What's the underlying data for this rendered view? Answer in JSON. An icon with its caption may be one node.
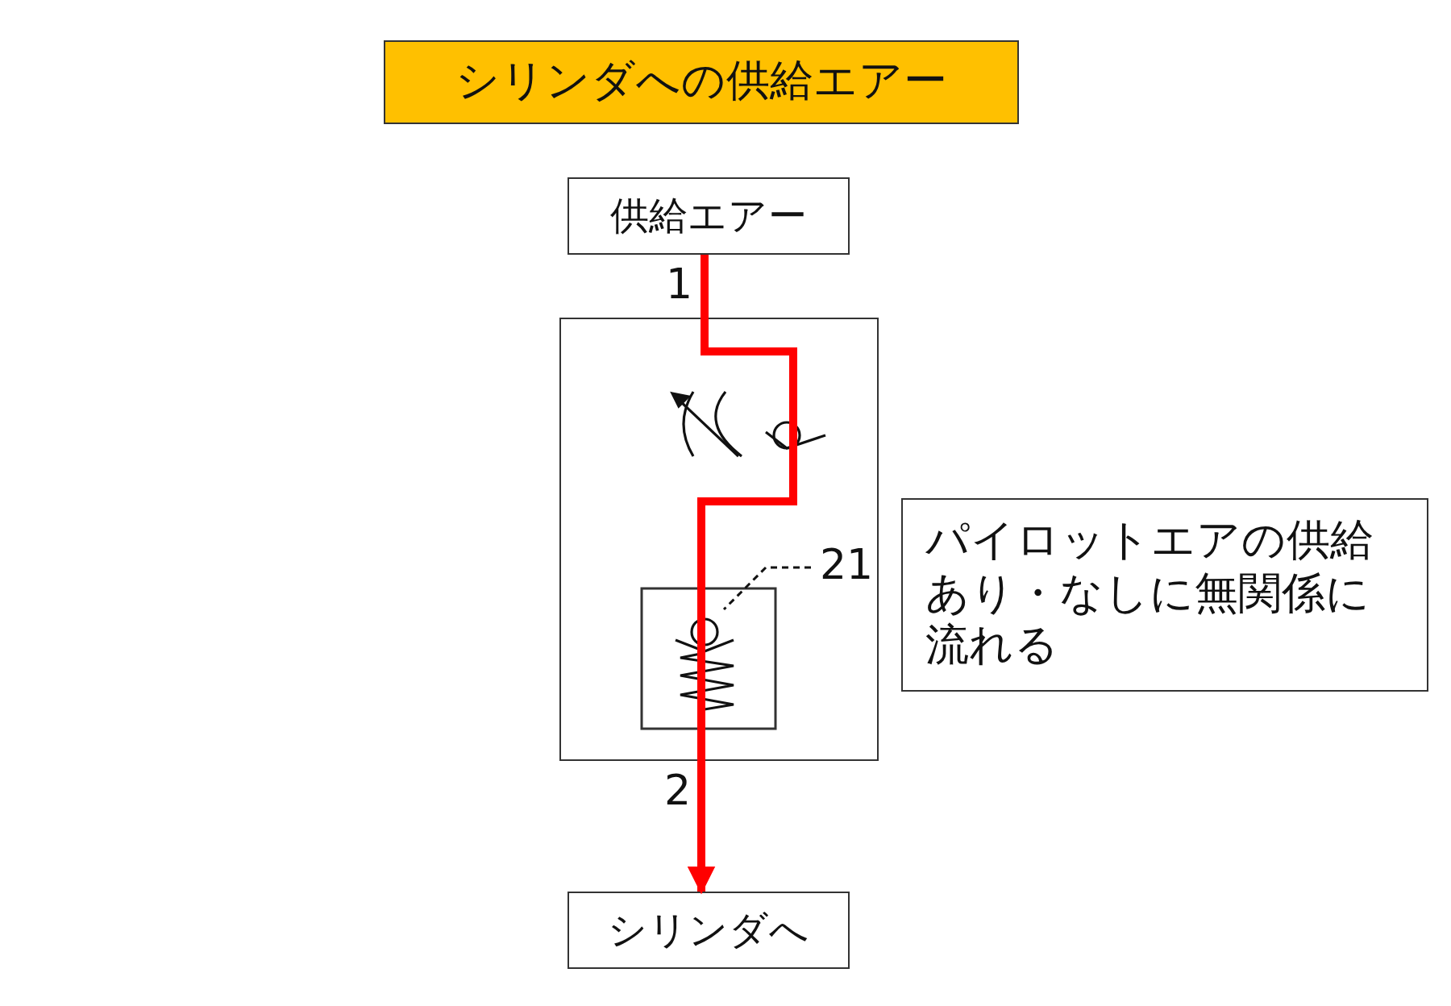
{
  "diagram": {
    "nodes": [
      {
        "text": [
          "シリンダへの供給エアー"
        ]
      },
      {
        "text": [
          "供給エアー"
        ]
      },
      {
        "text": [
          "シリンダへ"
        ]
      },
      {
        "text": [],
        "shape": "box"
      },
      {
        "text": [
          "21"
        ],
        "in": 3
      },
      {
        "text": [
          "パイロットエアの供給あり・なしに無関係に流れる"
        ]
      }
    ],
    "edges": [
      {
        "from": 1,
        "to": 2,
        "arrow": "to",
        "style": "thick",
        "color": "#ff0000"
      },
      {
        "from": 4,
        "to": null,
        "arrow": "none",
        "style": "dashed",
        "color": "#111111"
      }
    ],
    "labels": [
      "1",
      "2"
    ]
  }
}
